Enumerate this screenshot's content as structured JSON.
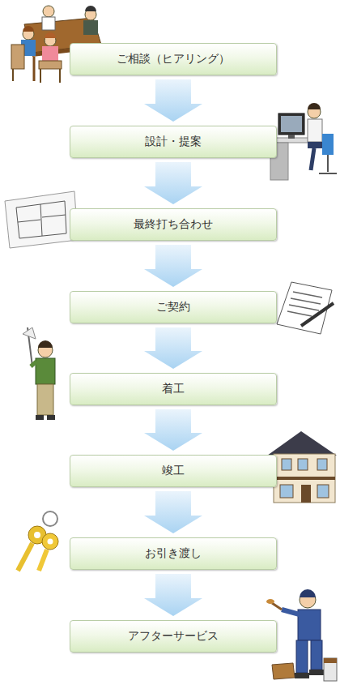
{
  "diagram": {
    "nodes": [
      {
        "text": [
          "ご相談（ヒアリング）"
        ]
      },
      {
        "text": [
          "設計・提案"
        ]
      },
      {
        "text": [
          "最終打ち合わせ"
        ]
      },
      {
        "text": [
          "ご契約"
        ]
      },
      {
        "text": [
          "着工"
        ]
      },
      {
        "text": [
          "竣工"
        ]
      },
      {
        "text": [
          "お引き渡し"
        ]
      },
      {
        "text": [
          "アフターサービス"
        ]
      }
    ],
    "edges": [
      {
        "from": 0,
        "to": 1,
        "arrow": "to"
      },
      {
        "from": 1,
        "to": 2,
        "arrow": "to"
      },
      {
        "from": 2,
        "to": 3,
        "arrow": "to"
      },
      {
        "from": 3,
        "to": 4,
        "arrow": "to"
      },
      {
        "from": 4,
        "to": 5,
        "arrow": "to"
      },
      {
        "from": 5,
        "to": 6,
        "arrow": "to"
      },
      {
        "from": 6,
        "to": 7,
        "arrow": "to"
      }
    ]
  }
}
